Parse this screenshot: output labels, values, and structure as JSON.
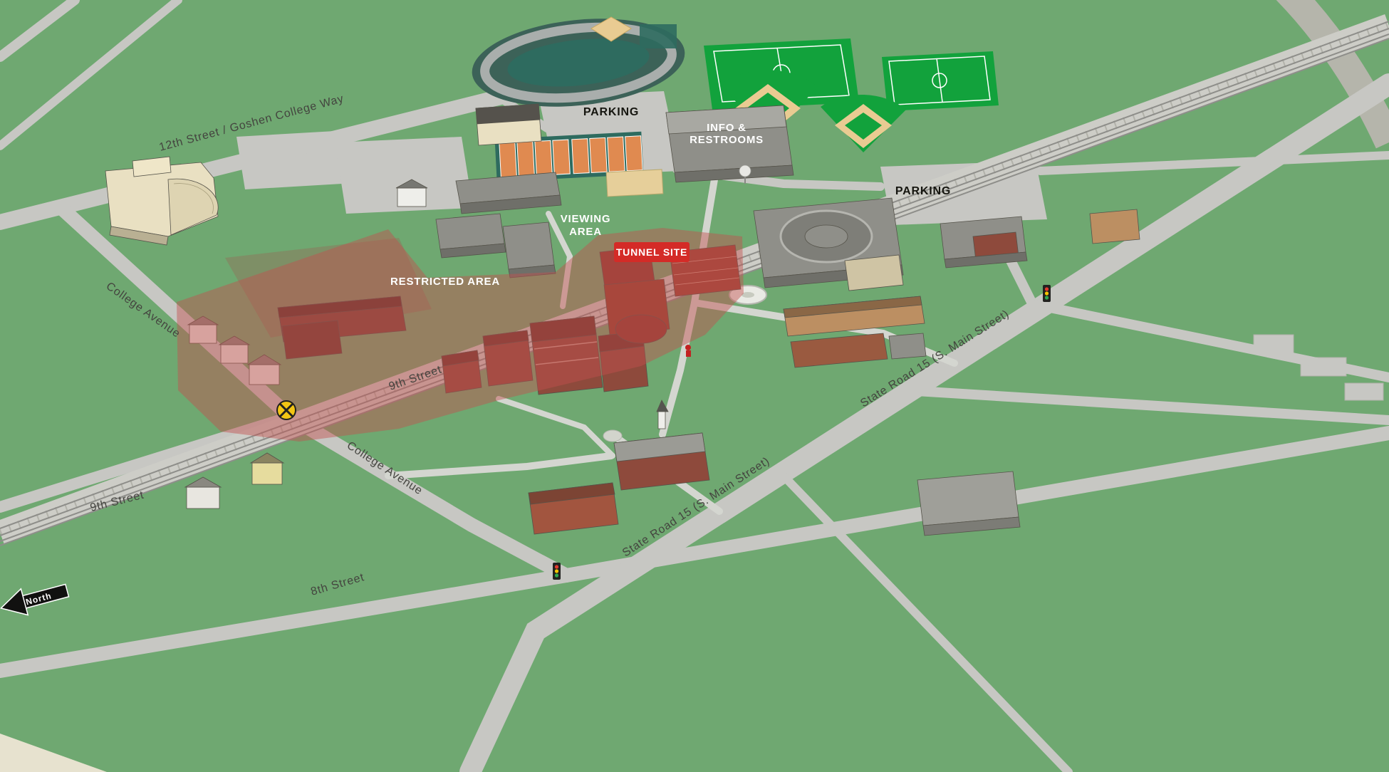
{
  "map": {
    "title": "Campus construction map (isometric)",
    "street_labels": {
      "twelfth": "12th Street / Goshen College Way",
      "college_ave_north": "College Avenue",
      "college_ave_south": "College Avenue",
      "ninth_mid": "9th Street",
      "ninth_west": "9th Street",
      "eighth": "8th Street",
      "sr15_south": "State Road 15 (S. Main Street)",
      "sr15_east": "State Road 15 (S. Main Street)"
    },
    "area_labels": {
      "parking_north": "PARKING",
      "parking_east": "PARKING",
      "info_line1": "INFO &",
      "info_line2": "RESTROOMS",
      "viewing_line1": "VIEWING",
      "viewing_line2": "AREA",
      "restricted": "RESTRICTED AREA",
      "tunnel": "TUNNEL SITE"
    },
    "compass": {
      "north": "North"
    },
    "colors": {
      "grass": "#6fa871",
      "road": "#c7c7c3",
      "path": "#d4d6d0",
      "rail": "#8e8e8a",
      "restricted": "#c4504e",
      "tunnel_banner": "#d42b27",
      "field_green": "#12a23c",
      "infield_tan": "#e9cb92",
      "track_infield": "#2e6b5f",
      "court_orange": "#e08a50",
      "building_cream": "#e9e0c2",
      "building_gray": "#8f8f89",
      "building_gray_dark": "#6f6f69",
      "building_brick": "#8e4a3c",
      "building_brick_dark": "#6d382e",
      "building_tan": "#bc8f62",
      "crossing_yellow": "#f2c514",
      "label_dark": "#44443f",
      "label_black": "#15150f"
    }
  }
}
